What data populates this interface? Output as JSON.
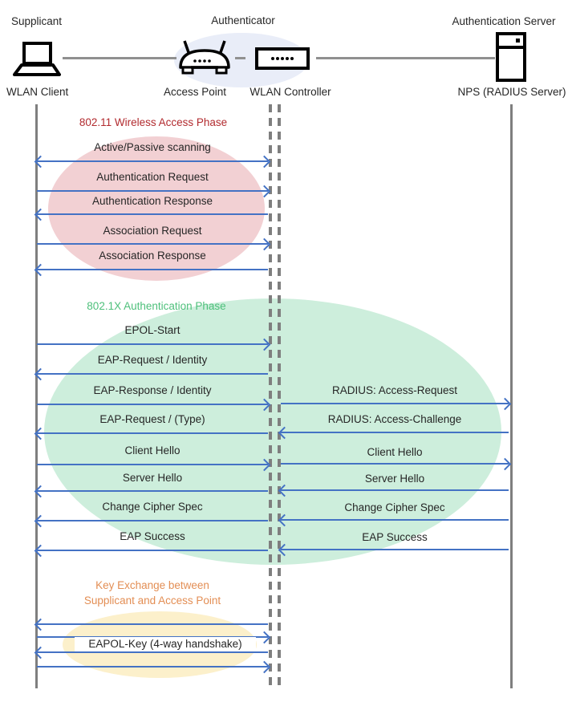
{
  "actors": {
    "supplicant_role": "Supplicant",
    "authenticator_role": "Authenticator",
    "server_role": "Authentication Server",
    "wlan_client": "WLAN Client",
    "access_point": "Access Point",
    "wlan_controller": "WLAN Controller",
    "nps": "NPS (RADIUS Server)"
  },
  "icons": {
    "supplicant": "laptop-icon",
    "authenticator_ap": "access-point-icon",
    "authenticator_wlc": "wlan-controller-icon",
    "server": "server-icon"
  },
  "phases": {
    "p1": {
      "title": "802.11 Wireless Access Phase",
      "title_color": "#B22B2F",
      "fill": "#F2D0D3"
    },
    "p2": {
      "title": "802.1X Authentication Phase",
      "title_color": "#4EC07B",
      "fill": "#CDEEDC"
    },
    "p3": {
      "title_line1": "Key Exchange between",
      "title_line2": "Supplicant and Access Point",
      "title_color": "#E38E54",
      "fill": "#FCF0CB"
    }
  },
  "messages": {
    "scanning": "Active/Passive scanning",
    "auth_request": "Authentication Request",
    "auth_response": "Authentication Response",
    "assoc_request": "Association Request",
    "assoc_response": "Association Response",
    "epol_start": "EPOL-Start",
    "eap_request_identity": "EAP-Request / Identity",
    "eap_response_identity": "EAP-Response / Identity",
    "radius_access_request": "RADIUS: Access-Request",
    "eap_request_type": "EAP-Request / (Type)",
    "radius_access_challenge": "RADIUS: Access-Challenge",
    "client_hello_left": "Client Hello",
    "client_hello_right": "Client Hello",
    "server_hello_left": "Server Hello",
    "server_hello_right": "Server Hello",
    "change_cipher_left": "Change Cipher Spec",
    "change_cipher_right": "Change Cipher Spec",
    "eap_success_left": "EAP Success",
    "eap_success_right": "EAP Success",
    "eapol_key": "EAPOL-Key (4-way handshake)"
  },
  "colors": {
    "arrow": "#4472C4",
    "lifeline": "#7F7F7F",
    "authenticator_halo": "#E9EDF8",
    "text": "#262626"
  }
}
